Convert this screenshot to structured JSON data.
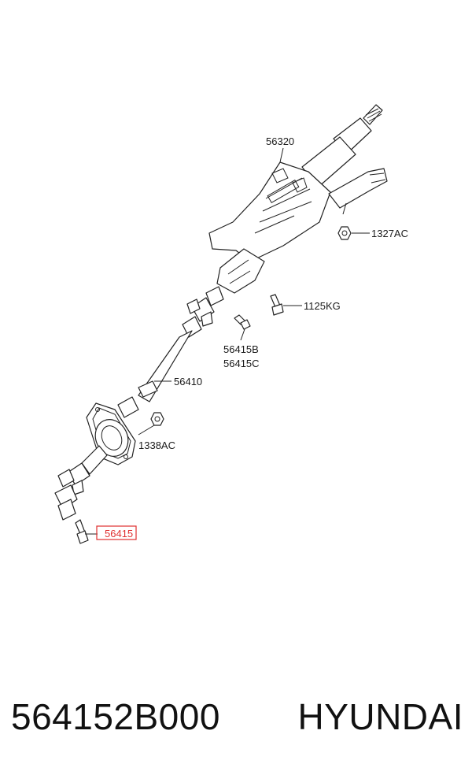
{
  "labels": {
    "column_upper": "56320",
    "nut_1327": "1327AC",
    "bolt_1125": "1125KG",
    "bolt_b": "56415B",
    "bolt_c": "56415C",
    "shaft": "56410",
    "nut_1338": "1338AC",
    "highlighted_bolt": "56415"
  },
  "highlight_color": "#e03030",
  "footer": {
    "part_number": "564152B000",
    "brand": "HYUNDAI"
  }
}
